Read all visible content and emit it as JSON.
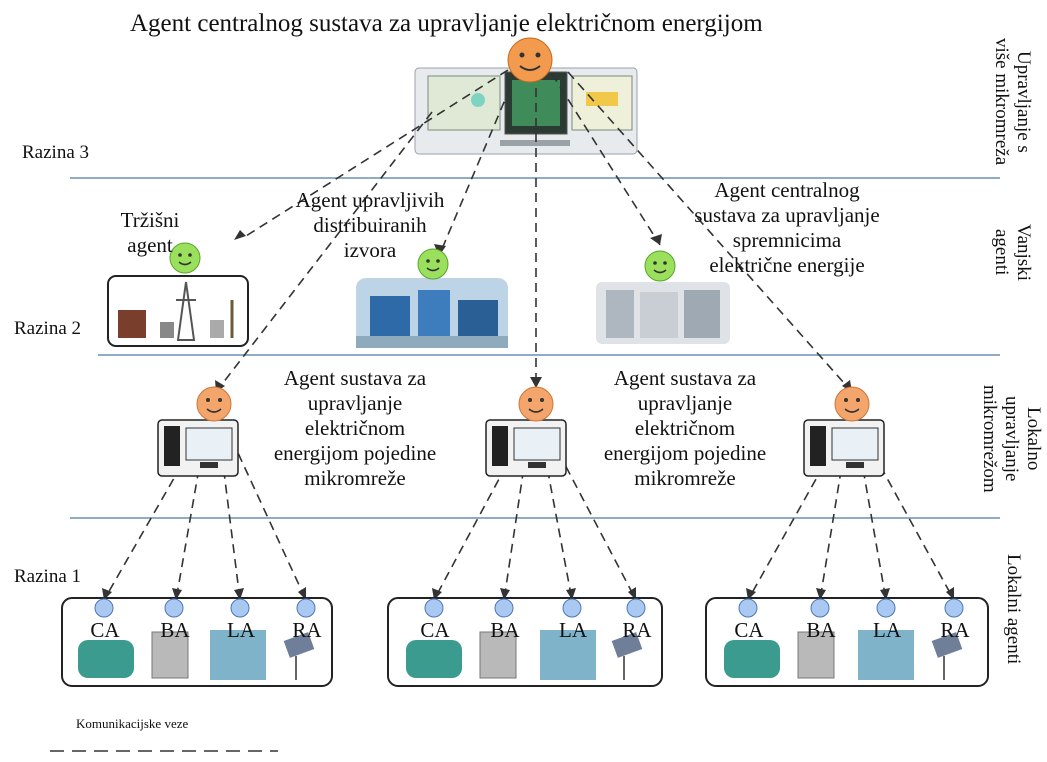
{
  "title": "Agent centralnog sustava za upravljanje električnom energijom",
  "levels": {
    "level3": "Razina 3",
    "level2": "Razina 2",
    "level1": "Razina 1"
  },
  "side_labels": {
    "top": [
      "Upravljanje s",
      "više mikromreža"
    ],
    "external": [
      "Vanjski",
      "agenti"
    ],
    "local_mg": [
      "Lokalno",
      "upravljanje",
      "mikromrežom"
    ],
    "local_agents": [
      "Lokalni agenti"
    ]
  },
  "external_agents": {
    "market": [
      "Tržišni",
      "agent"
    ],
    "dg": [
      "Agent upravljivih",
      "distribuiranih",
      "izvora"
    ],
    "storage": [
      "Agent centralnog",
      "sustava za upravljanje",
      "spremnicima",
      "električne energije"
    ]
  },
  "microgrid_agent_label": [
    "Agent sustava za",
    "upravljanje",
    "električnom",
    "energijom pojedine",
    "mikromreže"
  ],
  "local_agent_labels": [
    "CA",
    "BA",
    "LA",
    "RA"
  ],
  "legend": "Komunikacijske veze"
}
